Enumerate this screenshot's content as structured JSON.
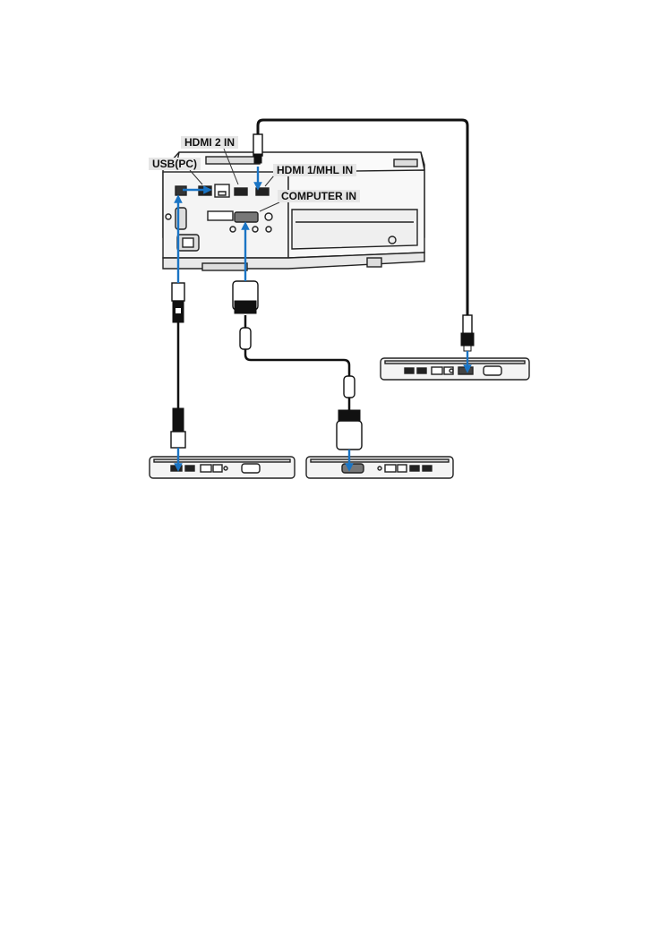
{
  "labels": {
    "hdmi2_in": "HDMI 2 IN",
    "usb_pc": "USB(PC)",
    "hdmi1_mhl_in": "HDMI 1/MHL IN",
    "computer_in": "COMPUTER IN"
  },
  "colors": {
    "arrow": "#1a74c4",
    "outline": "#222222",
    "panel": "#f4f4f4",
    "label_bg": "#e6e6e6"
  },
  "icons": {
    "projector": "projector-rear-panel-icon",
    "computer": "laptop-side-view-icon"
  }
}
